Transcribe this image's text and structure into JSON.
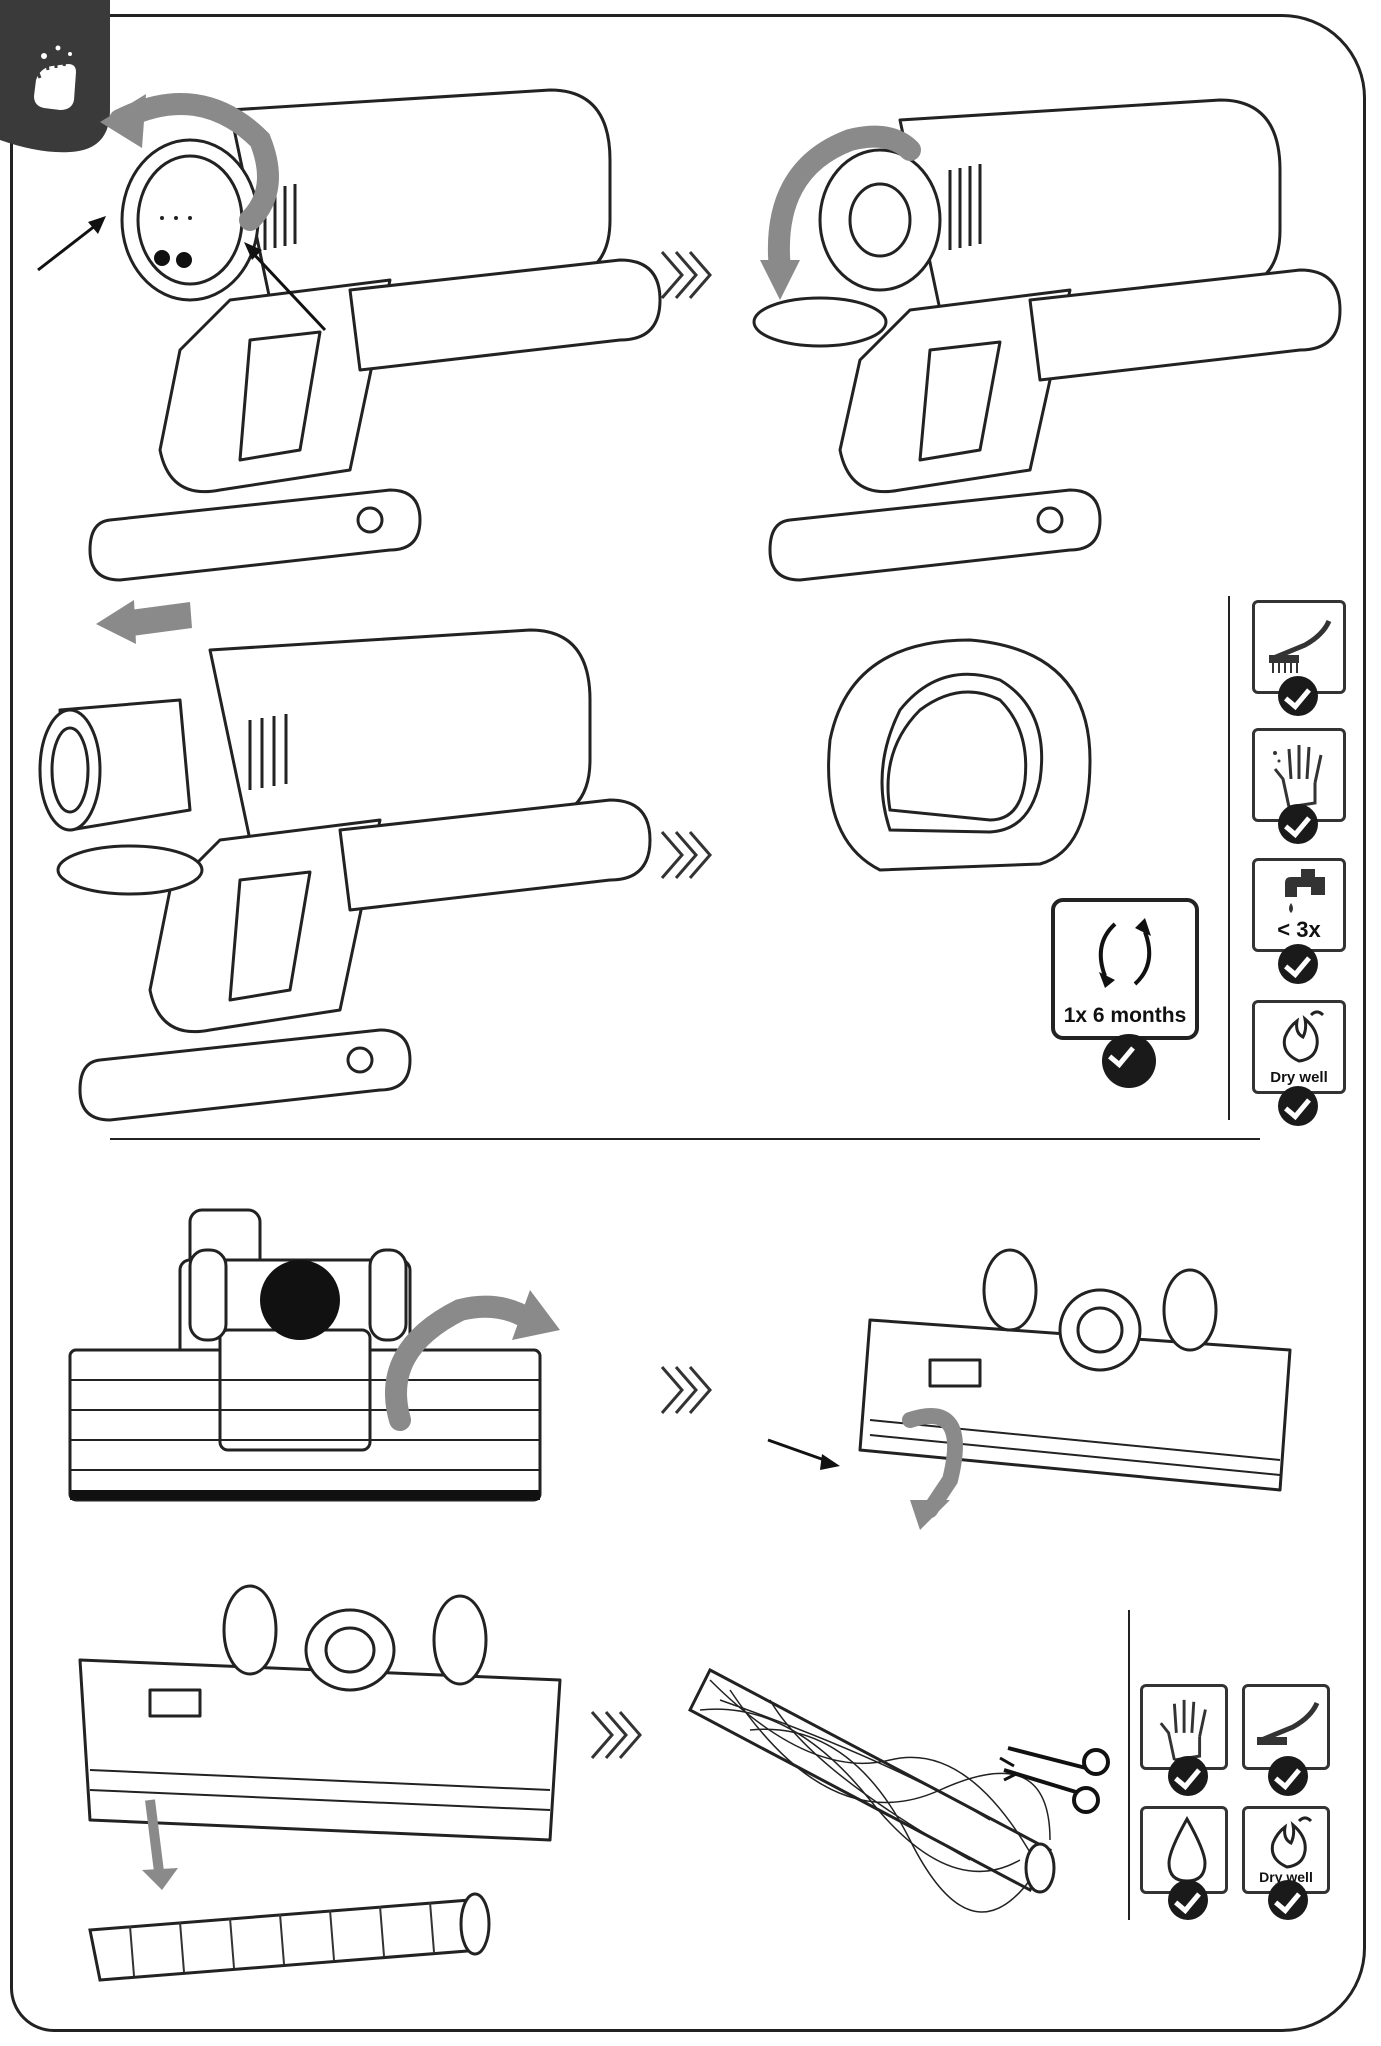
{
  "step_badges": {
    "rinse_label": "< 3x",
    "dry_label": "Dry well",
    "dry_label_brush_section": "Dry well"
  },
  "frequency_badge": {
    "label": "1x 6 months"
  }
}
